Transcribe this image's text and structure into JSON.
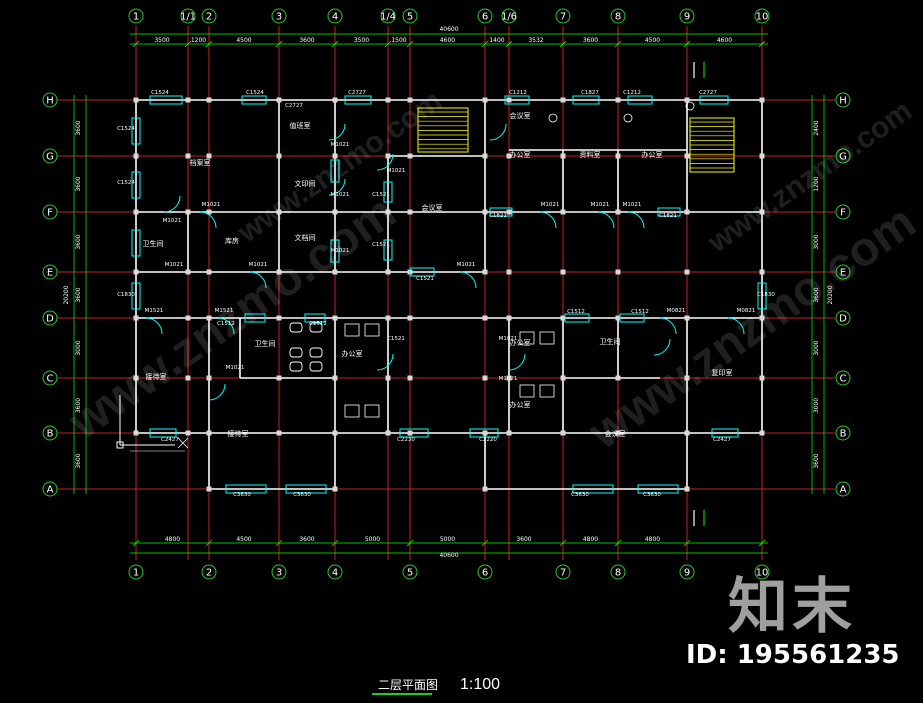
{
  "drawing": {
    "title": "二层平面图",
    "scale": "1:100",
    "total_dim": "40600"
  },
  "axes": {
    "x": [
      "1",
      "1/1",
      "2",
      "3",
      "4",
      "1/4",
      "5",
      "6",
      "1/6",
      "7",
      "8",
      "9",
      "10"
    ],
    "x_bottom": [
      "1",
      "2",
      "3",
      "4",
      "5",
      "6",
      "7",
      "8",
      "9",
      "10"
    ],
    "y": [
      "H",
      "G",
      "F",
      "E",
      "D",
      "C",
      "B",
      "A"
    ]
  },
  "dims": {
    "top": [
      "3500",
      "1200",
      "4500",
      "3600",
      "3500",
      "1500",
      "4600",
      "1400",
      "3532",
      "3600",
      "4500",
      "4600"
    ],
    "bottom": [
      "4800",
      "4500",
      "3600",
      "5000",
      "5000",
      "3600",
      "4800",
      "4800"
    ],
    "left": [
      "3600",
      "3600",
      "3600",
      "3600",
      "3000",
      "3600",
      "3600"
    ],
    "left_total": "20200",
    "right": [
      "2400",
      "1200",
      "3000",
      "3600",
      "3000",
      "3000",
      "3600"
    ],
    "right_total": "20200"
  },
  "rooms": [
    "档案室",
    "值班室",
    "会议室",
    "办公室",
    "资料室",
    "办公室",
    "卫生间",
    "库房",
    "文印间",
    "文档间",
    "卫生间",
    "办公室",
    "办公室",
    "办公室",
    "接待室",
    "会议室",
    "卫生间",
    "接待室",
    "复印室",
    "会议室"
  ],
  "tags": {
    "windows": [
      "C1524",
      "C1524",
      "C2727",
      "C2727",
      "C1212",
      "C1827",
      "C1212",
      "C2727",
      "C1524",
      "C1524",
      "C1830",
      "C2427",
      "C2427",
      "C3630",
      "C3630",
      "C3630",
      "C3630",
      "C2230",
      "C2220",
      "C1512",
      "C1512",
      "C1512",
      "C1512",
      "C1521",
      "C1521",
      "C1521",
      "C1521",
      "C1830",
      "C1821",
      "C1821"
    ],
    "doors": [
      "M1021",
      "M1021",
      "M1021",
      "M1021",
      "M1021",
      "M1021",
      "M1021",
      "M1021",
      "M1021",
      "M1021",
      "M1021",
      "M1021",
      "M1521",
      "M1521",
      "M0821",
      "M0821",
      "M1021",
      "M1021",
      "M1021"
    ]
  },
  "watermark": {
    "brand": "知末",
    "id": "ID: 195561235",
    "site": "www.znzmo.com"
  },
  "colors": {
    "background": "#000000",
    "grid": "#ff2a2a",
    "wall": "#ffffff",
    "dimension": "#00ff00",
    "window": "#00ffff",
    "stair": "#ffff00",
    "bubble": "#22cc22"
  }
}
